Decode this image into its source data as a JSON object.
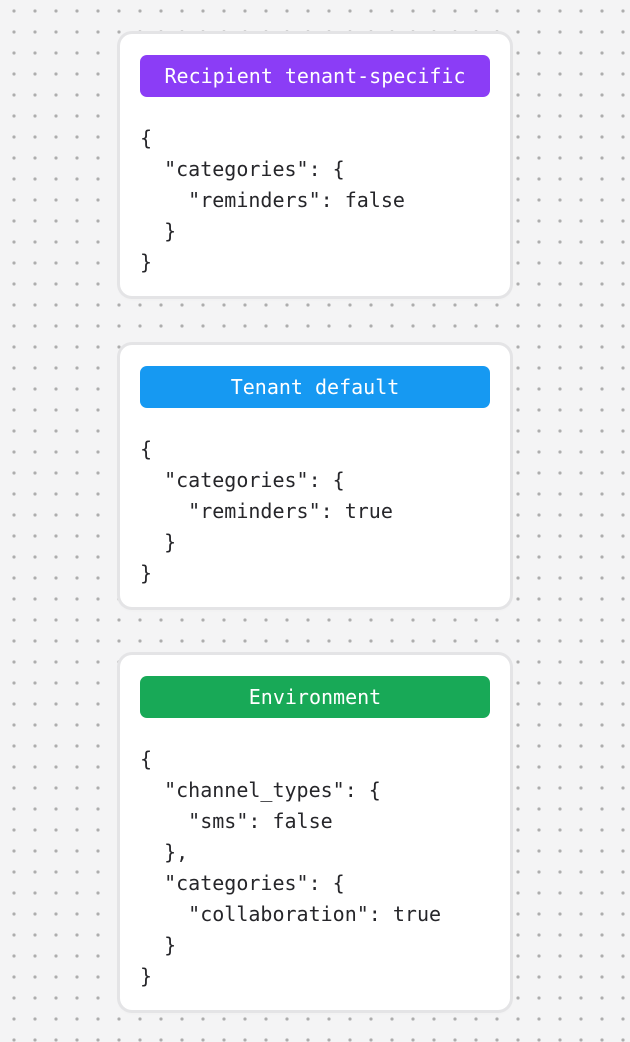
{
  "canvas": {
    "background_color": "#f4f4f5",
    "dot_color": "#adadad"
  },
  "cards": [
    {
      "id": "recipient-tenant-specific",
      "badge": {
        "label": "Recipient tenant-specific",
        "color": "#8B3DF6",
        "text_color": "#ffffff"
      },
      "code": "{\n  \"categories\": {\n    \"reminders\": false\n  }\n}"
    },
    {
      "id": "tenant-default",
      "badge": {
        "label": "Tenant default",
        "color": "#1699F2",
        "text_color": "#ffffff"
      },
      "code": "{\n  \"categories\": {\n    \"reminders\": true\n  }\n}"
    },
    {
      "id": "environment",
      "badge": {
        "label": "Environment",
        "color": "#18A957",
        "text_color": "#ffffff"
      },
      "code": "{\n  \"channel_types\": {\n    \"sms\": false\n  },\n  \"categories\": {\n    \"collaboration\": true\n  }\n}"
    }
  ]
}
